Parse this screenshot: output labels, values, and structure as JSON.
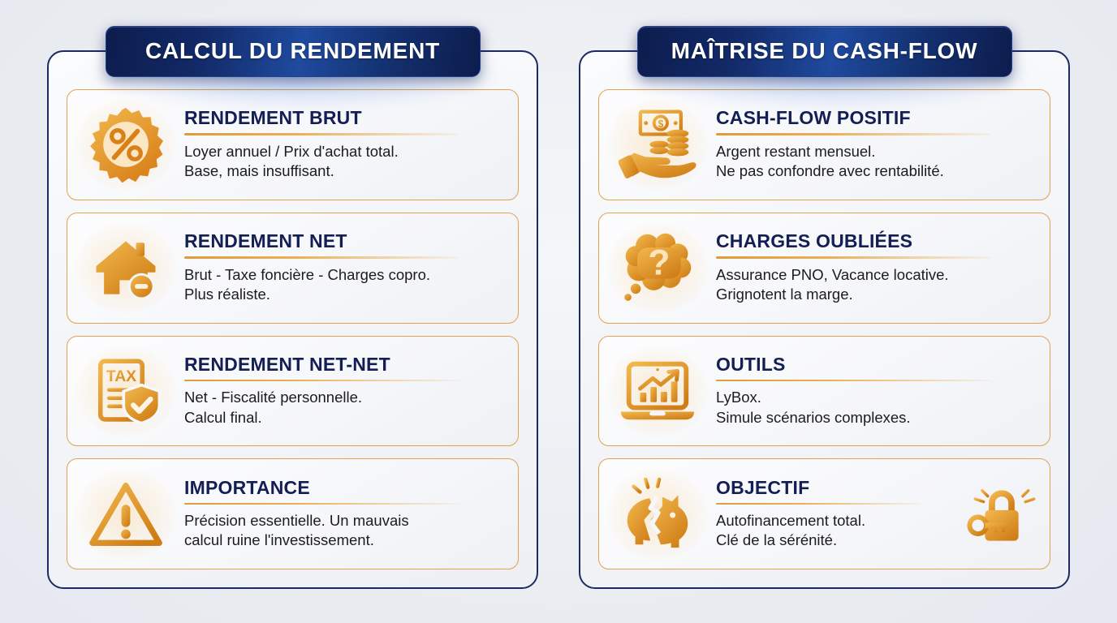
{
  "theme": {
    "navy": "#131f54",
    "header_navy_dark": "#0d1c4d",
    "header_navy_light": "#1f4a9e",
    "orange": "#e0a250",
    "orange_deep": "#d98019",
    "orange_light": "#f2b94e",
    "body_text": "#1b1b20",
    "page_bg": "#eceef3",
    "card_border": "#e0a250"
  },
  "panels": [
    {
      "id": "calcul-du-rendement",
      "header": "CALCUL DU RENDEMENT",
      "cards": [
        {
          "icon": "percent-badge-icon",
          "title": "RENDEMENT BRUT",
          "lines": [
            "Loyer annuel / Prix d'achat total.",
            "Base, mais insuffisant."
          ]
        },
        {
          "icon": "house-minus-icon",
          "title": "RENDEMENT NET",
          "lines": [
            "Brut - Taxe foncière - Charges copro.",
            "Plus réaliste."
          ]
        },
        {
          "icon": "tax-document-shield-icon",
          "title": "RENDEMENT NET-NET",
          "lines": [
            "Net - Fiscalité personnelle.",
            "Calcul final."
          ]
        },
        {
          "icon": "warning-triangle-icon",
          "title": "IMPORTANCE",
          "lines": [
            "Précision essentielle. Un mauvais",
            "calcul ruine l'investissement."
          ]
        }
      ]
    },
    {
      "id": "maitrise-du-cash-flow",
      "header": "MAÎTRISE DU CASH-FLOW",
      "cards": [
        {
          "icon": "hand-money-icon",
          "title": "CASH-FLOW POSITIF",
          "lines": [
            "Argent restant mensuel.",
            "Ne pas confondre avec rentabilité."
          ]
        },
        {
          "icon": "thought-bubble-question-icon",
          "title": "CHARGES OUBLIÉES",
          "lines": [
            "Assurance PNO, Vacance locative.",
            "Grignotent la marge."
          ]
        },
        {
          "icon": "laptop-chart-icon",
          "title": "OUTILS",
          "lines": [
            "LyBox.",
            "Simule scénarios complexes."
          ]
        },
        {
          "icon": "broken-piggy-bank-icon",
          "extra_icon": "padlock-key-icon",
          "title": "OBJECTIF",
          "lines": [
            "Autofinancement total.",
            "Clé de la sérénité."
          ]
        }
      ]
    }
  ]
}
